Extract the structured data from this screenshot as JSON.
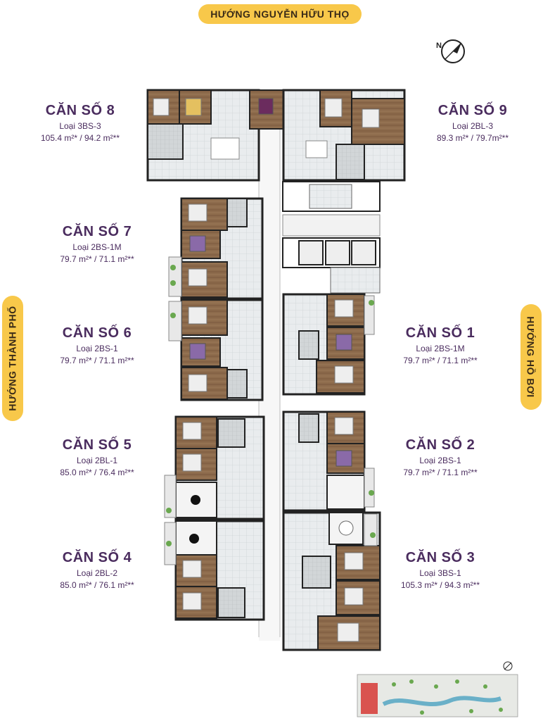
{
  "directions": {
    "top": "HƯỚNG NGUYỄN HỮU THỌ",
    "left": "HƯỚNG THÀNH PHỐ",
    "right": "HƯỚNG HỒ BƠI"
  },
  "compass_label": "N",
  "apartments": [
    {
      "id": "8",
      "name": "CĂN SỐ 8",
      "type": "Loại 3BS-3",
      "area": "105.4 m²* / 94.2 m²**"
    },
    {
      "id": "9",
      "name": "CĂN SỐ 9",
      "type": "Loại 2BL-3",
      "area": "89.3 m²* / 79.7m²**"
    },
    {
      "id": "7",
      "name": "CĂN SỐ 7",
      "type": "Loại 2BS-1M",
      "area": "79.7 m²* / 71.1 m²**"
    },
    {
      "id": "6",
      "name": "CĂN SỐ 6",
      "type": "Loại 2BS-1",
      "area": "79.7 m²* / 71.1 m²**"
    },
    {
      "id": "1",
      "name": "CĂN SỐ 1",
      "type": "Loại  2BS-1M",
      "area": "79.7 m²* / 71.1 m²**"
    },
    {
      "id": "5",
      "name": "CĂN SỐ 5",
      "type": "Loại 2BL-1",
      "area": "85.0 m²* / 76.4 m²**"
    },
    {
      "id": "2",
      "name": "CĂN SỐ 2",
      "type": "Loại 2BS-1",
      "area": "79.7 m²* / 71.1 m²**"
    },
    {
      "id": "4",
      "name": "CĂN SỐ 4",
      "type": "Loại 2BL-2",
      "area": "85.0 m²* / 76.1 m²**"
    },
    {
      "id": "3",
      "name": "CĂN SỐ 3",
      "type": "Loại 3BS-1",
      "area": "105.3 m²* / 94.3 m²**"
    }
  ],
  "colors": {
    "pill": "#f8c84a",
    "text": "#4a2c5e",
    "wood": "#8a6a4c",
    "wall": "#222222",
    "tile": "#cfd4d6",
    "plant": "#6aa84f"
  }
}
